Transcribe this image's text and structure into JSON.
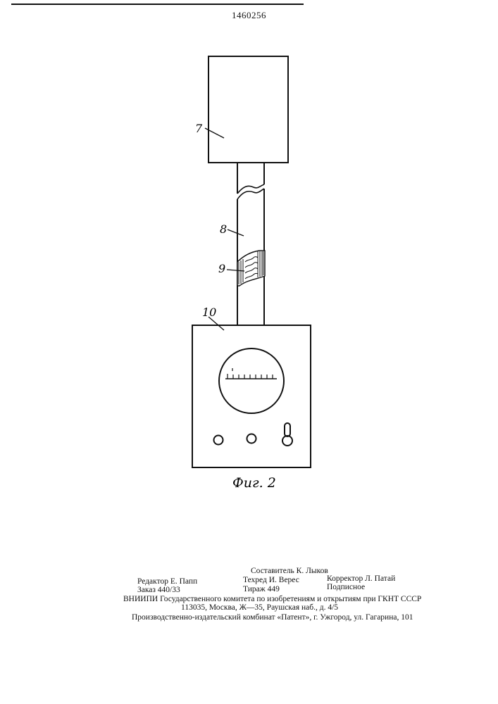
{
  "header": {
    "patent_number": "1460256"
  },
  "figure": {
    "caption": "Фиг. 2",
    "labels": {
      "part_7": "7",
      "part_8": "8",
      "part_9": "9",
      "part_10": "10"
    }
  },
  "footer": {
    "compiler": "Составитель К. Лыков",
    "editor": "Редактор Е. Папп",
    "techred": "Техред И. Верес",
    "corrector": "Корректор Л. Патай",
    "order": "Заказ 440/33",
    "circulation": "Тираж 449",
    "subscription": "Подписное",
    "org_line": "ВНИИПИ Государственного комитета по изобретениям и открытиям при ГКНТ СССР",
    "address_line": "113035, Москва, Ж—35, Раушская наб., д. 4/5",
    "printer_line": "Производственно-издательский комбинат «Патент», г. Ужгород, ул. Гагарина, 101"
  }
}
